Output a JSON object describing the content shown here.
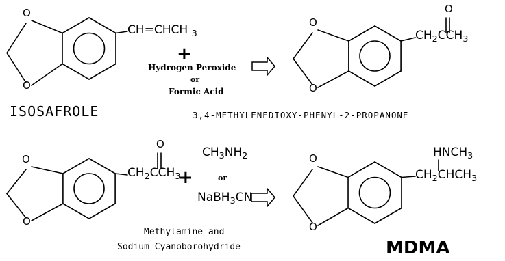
{
  "reaction1": {
    "reactant_group": "CH=CHCH",
    "reactant_group_sub": "3",
    "reactant_name": "ISOSAFROLE",
    "plus": "+",
    "reagent_1": "Hydrogen Peroxide",
    "reagent_or": "or",
    "reagent_2": "Formic Acid",
    "product_oxygen": "O",
    "product_group_a": "CH",
    "product_group_a_sub": "2",
    "product_group_b": "CCH",
    "product_group_b_sub": "3",
    "product_name": "3,4-METHYLENEDIOXY-PHENYL-2-PROPANONE"
  },
  "reaction2": {
    "reactant_oxygen": "O",
    "reactant_group_a": "CH",
    "reactant_group_a_sub": "2",
    "reactant_group_b": "CCH",
    "reactant_group_b_sub": "3",
    "plus": "+",
    "reagent_1_a": "CH",
    "reagent_1_a_sub": "3",
    "reagent_1_b": "NH",
    "reagent_1_b_sub": "2",
    "reagent_or": "or",
    "reagent_2_a": "NaBH",
    "reagent_2_a_sub": "3",
    "reagent_2_b": "CN",
    "caption_line1": "Methylamine and",
    "caption_line2": "Sodium Cyanoborohydride",
    "product_amine_a": "HNCH",
    "product_amine_a_sub": "3",
    "product_chain_a": "CH",
    "product_chain_a_sub": "2",
    "product_chain_b": "CHCH",
    "product_chain_b_sub": "3",
    "product_name": "MDMA"
  },
  "atoms": {
    "oxygen": "O"
  }
}
